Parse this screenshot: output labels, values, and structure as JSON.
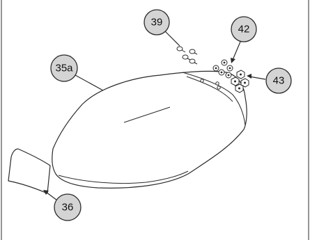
{
  "callouts": {
    "screw": "39",
    "nut_plate": "42",
    "nut": "43",
    "cover": "35a",
    "flap": "36"
  },
  "colors": {
    "bubble_fill": "#d4d4d4",
    "line": "#2a2a2a",
    "background": "#ffffff"
  }
}
